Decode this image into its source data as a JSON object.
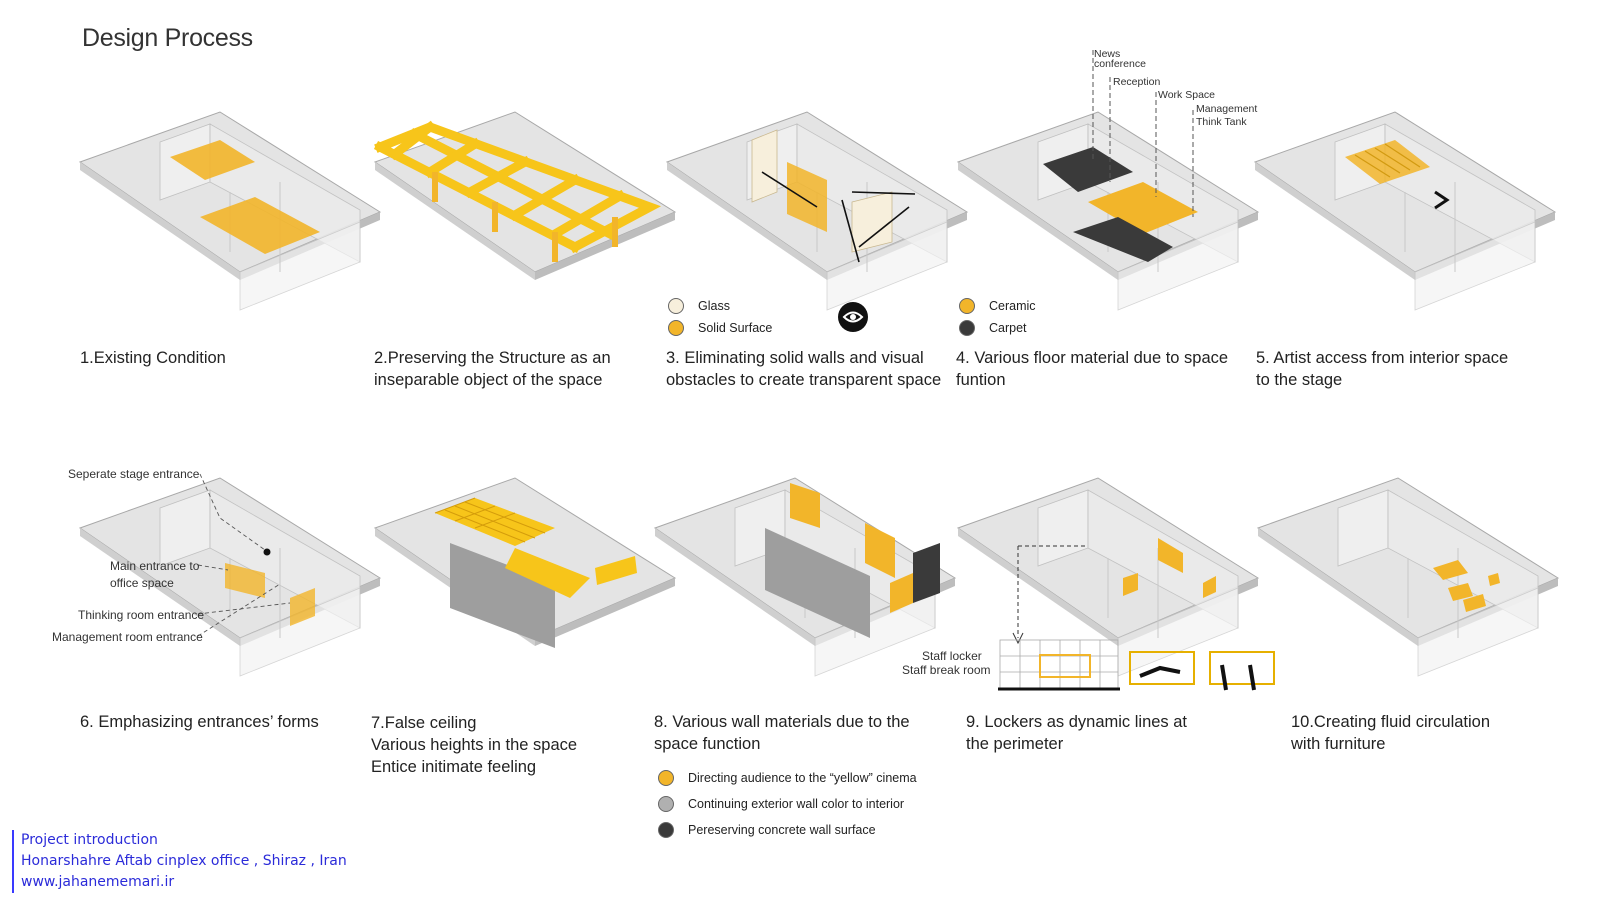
{
  "title": "Design Process",
  "colors": {
    "yellow": "#f2b52a",
    "bright_yellow": "#f7c51a",
    "gray": "#9e9e9e",
    "dark": "#3a3a3a",
    "glass": "#f7efdc",
    "floor": "#e2e2e2"
  },
  "captions": [
    {
      "lines": [
        "1.Existing Condition"
      ]
    },
    {
      "lines": [
        "2.Preserving the Structure as an",
        "inseparable object of the space"
      ]
    },
    {
      "lines": [
        "3. Eliminating solid walls and visual",
        "obstacles to create transparent space"
      ]
    },
    {
      "lines": [
        "4. Various floor material due to space",
        "funtion"
      ]
    },
    {
      "lines": [
        "5. Artist access from interior space",
        "to the stage"
      ]
    },
    {
      "lines": [
        "6. Emphasizing entrances’ forms"
      ]
    },
    {
      "lines": [
        "7.False ceiling",
        "Various heights in the space",
        "Entice initimate feeling"
      ]
    },
    {
      "lines": [
        "8. Various wall materials due to the",
        "space function"
      ]
    },
    {
      "lines": [
        "9. Lockers as dynamic lines at",
        "the perimeter"
      ]
    },
    {
      "lines": [
        "10.Creating fluid circulation",
        "with furniture"
      ]
    }
  ],
  "legend3": [
    {
      "label": "Glass",
      "color": "#f7efdc"
    },
    {
      "label": "Solid Surface",
      "color": "#f2b52a"
    }
  ],
  "legend4": [
    {
      "label": "Ceramic",
      "color": "#f2b52a"
    },
    {
      "label": "Carpet",
      "color": "#3a3a3a"
    }
  ],
  "legend8": [
    {
      "label": "Directing audience to the “yellow” cinema",
      "color": "#f2b52a"
    },
    {
      "label": "Continuing exterior wall color to interior",
      "color": "#b0b0b0"
    },
    {
      "label": "Pereserving concrete wall surface",
      "color": "#3a3a3a"
    }
  ],
  "annotations4": [
    "News",
    "conference",
    "Reception",
    "Work Space",
    "Management",
    "Think Tank"
  ],
  "annotations6": [
    "Seperate stage entrance",
    "Main entrance to",
    "office space",
    "Thinking room entrance",
    "Management room entrance"
  ],
  "annotations9": [
    "Staff locker",
    "Staff break room"
  ],
  "footer": {
    "line1": "Project introduction",
    "line2": "Honarshahre Aftab cinplex office , Shiraz , Iran",
    "line3": "www.jahanememari.ir"
  }
}
